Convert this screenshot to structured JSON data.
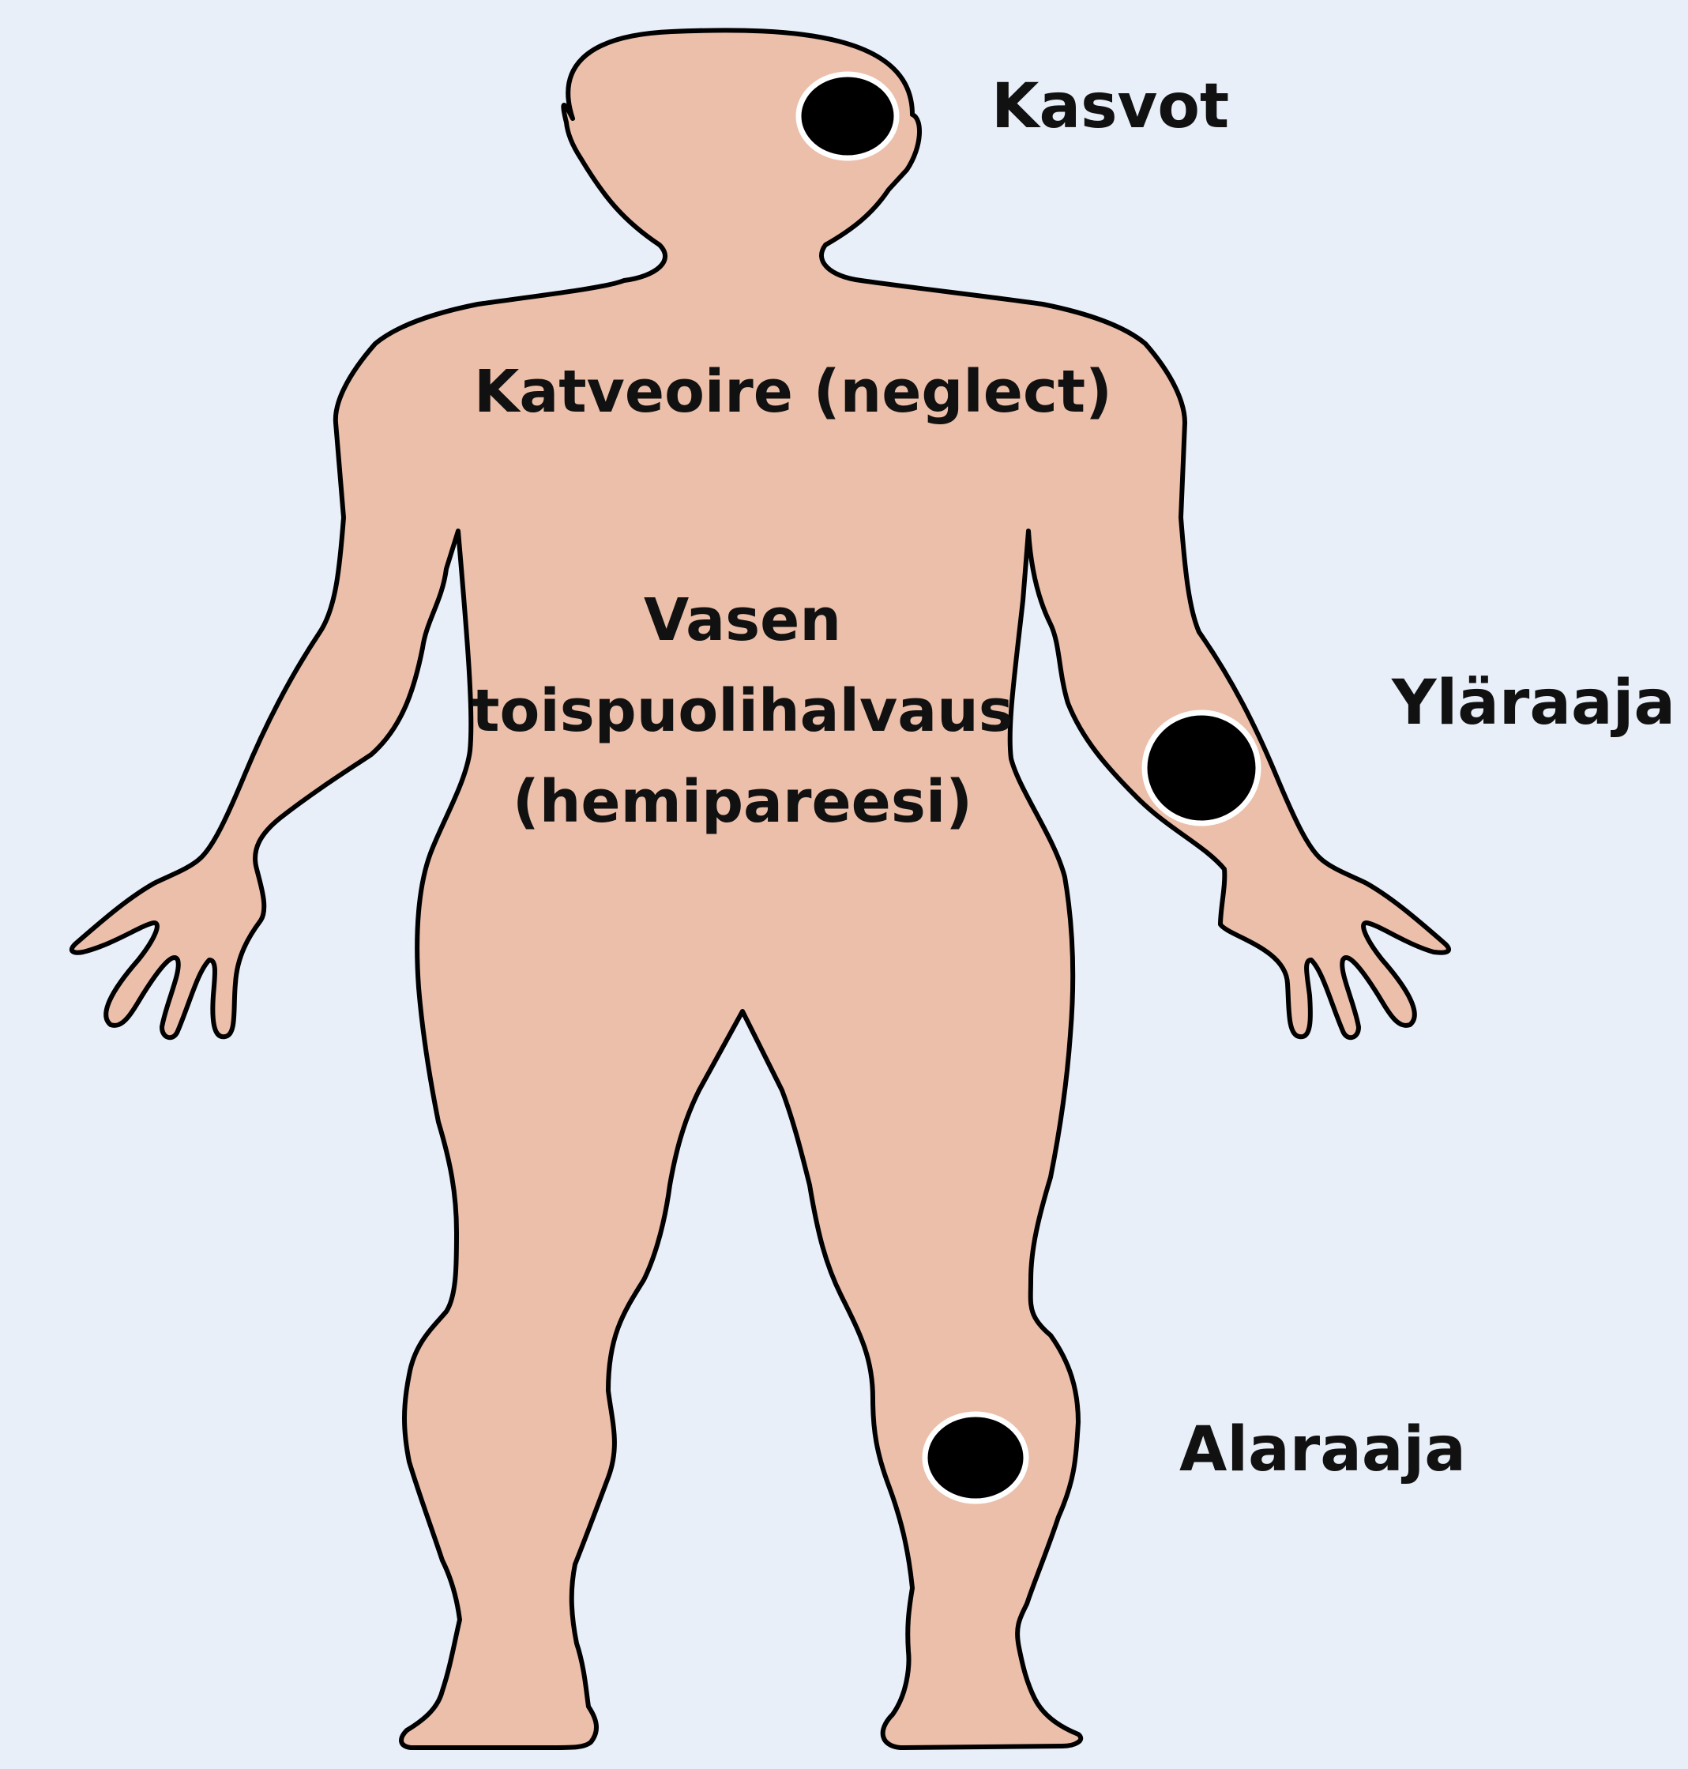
{
  "colors": {
    "background": "#e8eff8",
    "body_fill": "#ebbfaa",
    "body_outline": "#000000",
    "marker_fill": "#000000",
    "marker_ring": "#ffffff",
    "text": "#111111"
  },
  "labels": {
    "face": "Kasvot",
    "neglect": "Katveoire (neglect)",
    "hemiparesis": [
      "Vasen",
      "toispuolihalvaus",
      "(hemipareesi)"
    ],
    "upper_limb": "Yläraaja",
    "lower_limb": "Alaraaja"
  },
  "markers": [
    {
      "name": "face-marker"
    },
    {
      "name": "upper-limb-marker"
    },
    {
      "name": "lower-limb-marker"
    }
  ]
}
